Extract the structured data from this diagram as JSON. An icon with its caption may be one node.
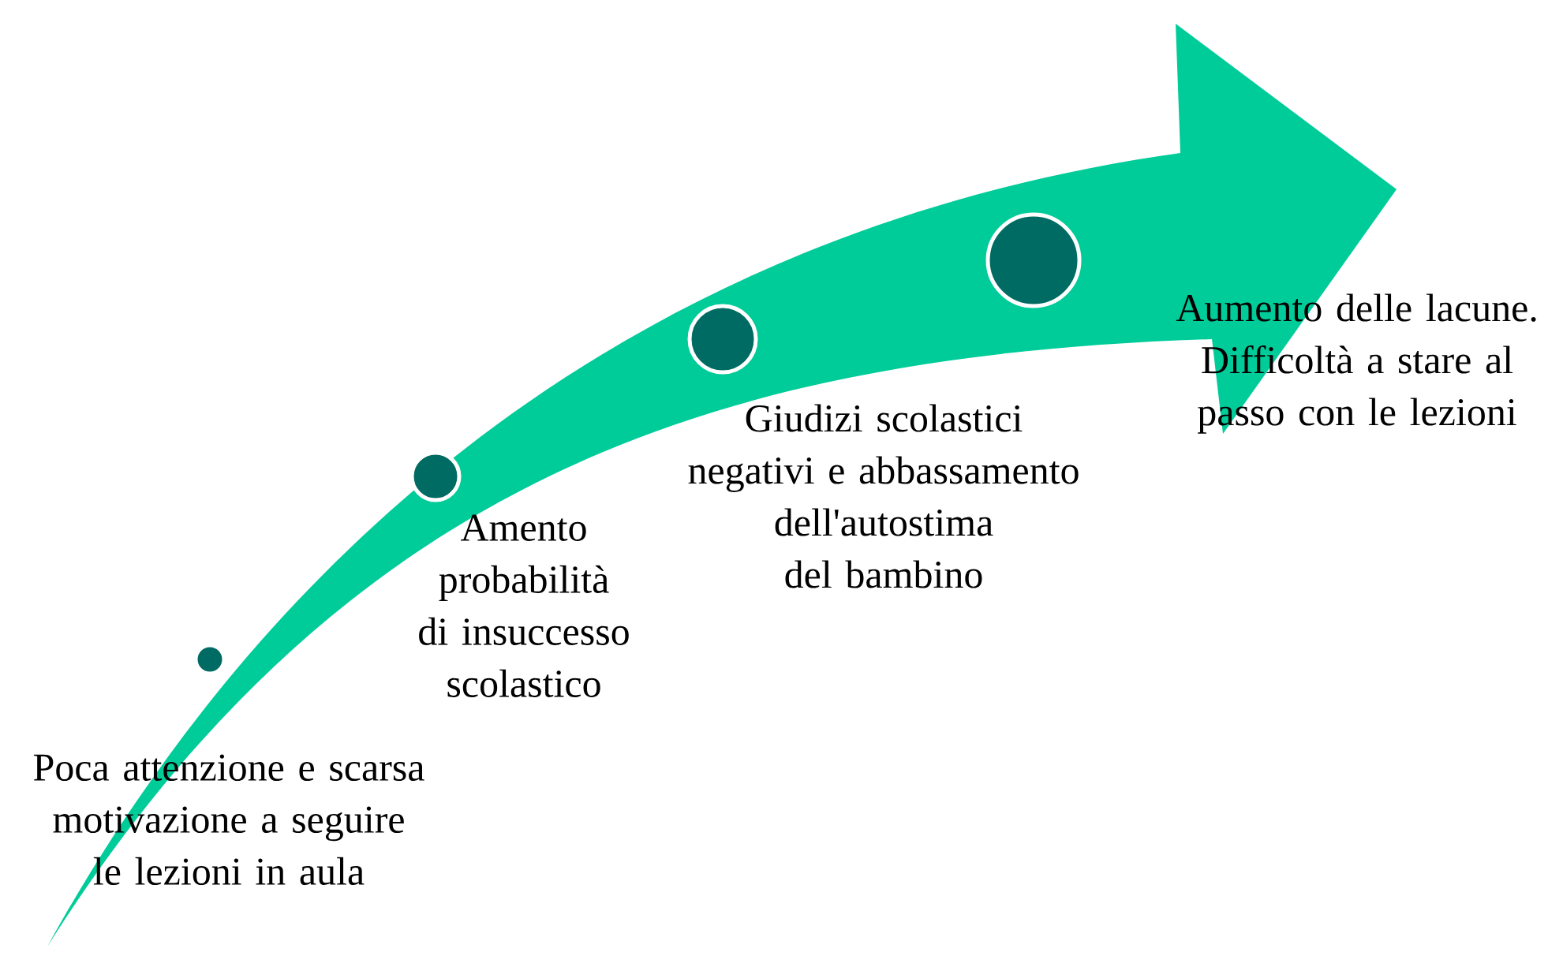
{
  "diagram": {
    "labels": [
      "Poca attenzione e scarsa motivazione a seguire le lezioni in aula",
      "Amento probabilità di insuccesso scolastico",
      "Giudizi scolastici negativi e abbassamento dell'autostima del bambino",
      "Aumento delle lacune. Difficoltà a stare al passo con le lezioni"
    ]
  }
}
